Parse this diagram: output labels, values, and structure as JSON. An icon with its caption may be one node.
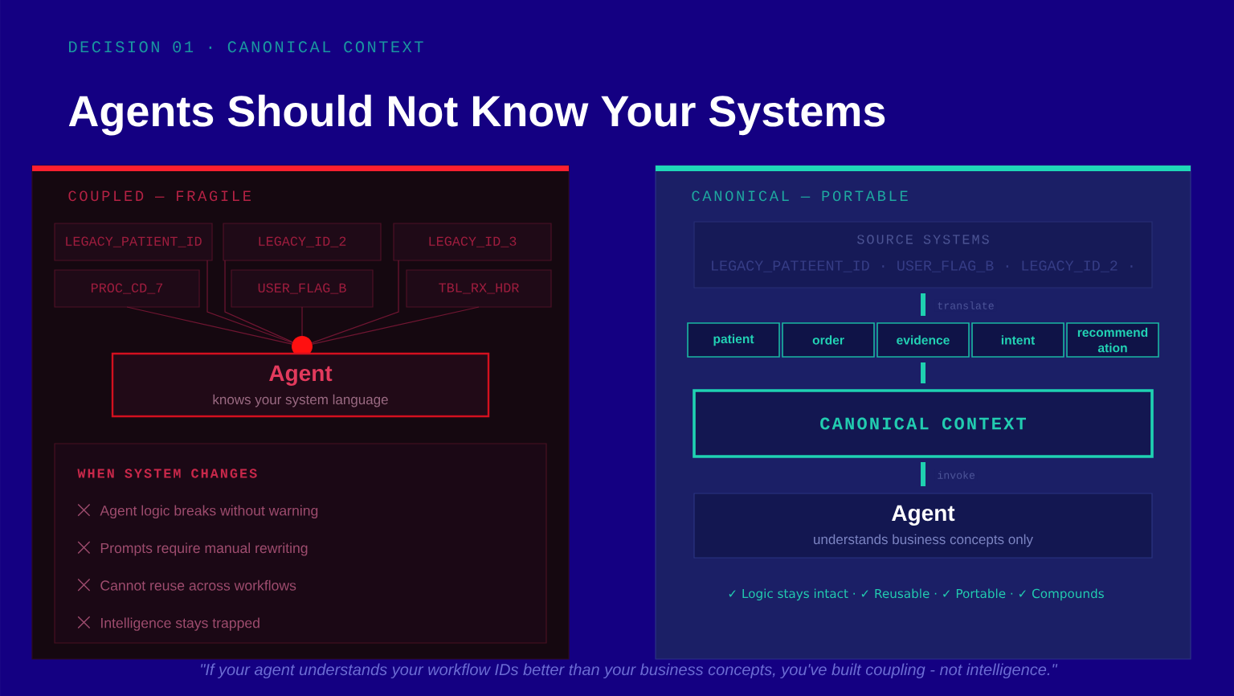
{
  "diagram": {
    "title": "Agents Should Not Know Your Systems",
    "caption": "\"If your agent understands your workflow IDs better than your business concepts, you've built coupling - not intelligence.\"",
    "nodes": [
      {
        "text": [
          "COUPLED — FRAGILE"
        ]
      },
      {
        "text": [
          "LEGACY_PATIENT_ID"
        ],
        "in": 0
      },
      {
        "text": [
          "LEGACY_ID_2"
        ],
        "in": 0
      },
      {
        "text": [
          "LEGACY_ID_3"
        ],
        "in": 0
      },
      {
        "text": [
          "PROC_CD_7"
        ],
        "in": 0
      },
      {
        "text": [
          "USER_FLAG_B"
        ],
        "in": 0
      },
      {
        "text": [
          "TBL_RX_HDR"
        ],
        "in": 0
      },
      {
        "text": [],
        "shape": "circle",
        "in": 0
      },
      {
        "text": [
          "Agent",
          "knows your system language"
        ],
        "in": 0
      },
      {
        "text": [
          "WHEN SYSTEM CHANGES",
          "Agent logic breaks without warning",
          "Prompts require manual rewriting",
          "Cannot reuse across workflows",
          "Intelligence stays trapped"
        ],
        "in": 0
      },
      {
        "text": [
          "CANONICAL — PORTABLE"
        ]
      },
      {
        "text": [
          "SOURCE SYSTEMS",
          "LEGACY_PATIEENT_ID · USER_FLAG_B · LEGACY_ID_2 ·"
        ],
        "in": 10
      },
      {
        "text": [
          "patient"
        ],
        "in": 10
      },
      {
        "text": [
          "order"
        ],
        "in": 10
      },
      {
        "text": [
          "evidence"
        ],
        "in": 10
      },
      {
        "text": [
          "intent"
        ],
        "in": 10
      },
      {
        "text": [
          "recommend ation"
        ],
        "in": 10
      },
      {
        "text": [
          "CANONICAL CONTEXT"
        ],
        "in": 10
      },
      {
        "text": [
          "Agent",
          "understands business concepts only"
        ],
        "in": 10
      }
    ],
    "edges": [
      {
        "from": 1,
        "to": 7,
        "arrow": "none"
      },
      {
        "from": 2,
        "to": 7,
        "arrow": "none"
      },
      {
        "from": 3,
        "to": 7,
        "arrow": "none"
      },
      {
        "from": 4,
        "to": 7,
        "arrow": "none"
      },
      {
        "from": 5,
        "to": 7,
        "arrow": "none"
      },
      {
        "from": 6,
        "to": 7,
        "arrow": "none"
      },
      {
        "from": 11,
        "to": 14,
        "arrow": "none",
        "label": "translate",
        "style": "thick",
        "color": "#1fd0b0"
      },
      {
        "from": 14,
        "to": 17,
        "arrow": "none",
        "style": "thick",
        "color": "#1fd0b0"
      },
      {
        "from": 17,
        "to": 18,
        "arrow": "none",
        "label": "invoke",
        "style": "thick",
        "color": "#1fd0b0"
      }
    ],
    "labels": [
      "DECISION 01 · CANONICAL CONTEXT",
      "✓ Logic stays intact · ✓ Reusable · ✓ Portable · ✓ Compounds"
    ]
  }
}
